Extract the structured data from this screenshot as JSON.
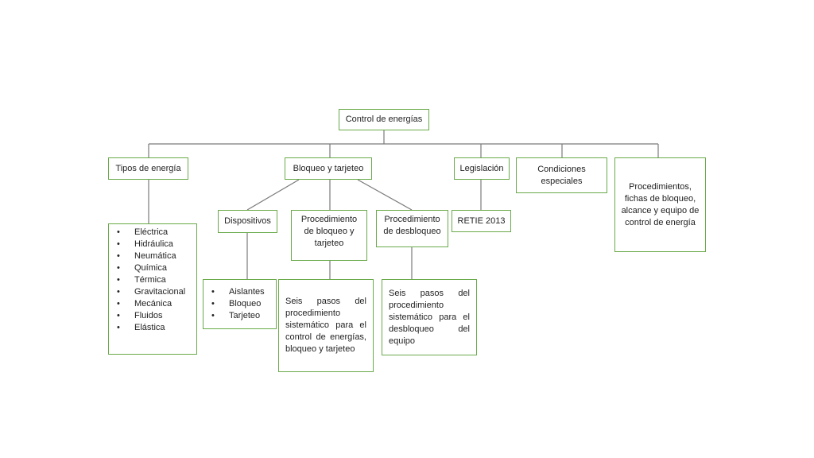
{
  "diagram": {
    "root": "Control de energías",
    "tipos": {
      "title": "Tipos de energía",
      "items": [
        "Eléctrica",
        "Hidráulica",
        "Neumática",
        "Química",
        "Térmica",
        "Gravitacional",
        "Mecánica",
        "Fluidos",
        "Elástica"
      ]
    },
    "bloqueo": {
      "title": "Bloqueo y tarjeteo",
      "dispositivos": {
        "title": "Dispositivos",
        "items": [
          "Aislantes",
          "Bloqueo",
          "Tarjeteo"
        ]
      },
      "proc_bloqueo": {
        "title": "Procedimiento de bloqueo y tarjeteo",
        "detail": "Seis pasos del procedimiento sistemático para el control de energías, bloqueo y tarjeteo"
      },
      "proc_desbloqueo": {
        "title": "Procedimiento de desbloqueo",
        "detail": "Seis pasos del procedimiento sistemático para el desbloqueo del equipo"
      }
    },
    "legislacion": {
      "title": "Legislación",
      "item": "RETIE 2013"
    },
    "condiciones": "Condiciones especiales",
    "procedimientos": "Procedimientos, fichas de bloqueo, alcance y equipo de control de energía"
  },
  "colors": {
    "border": "#6aaa4a",
    "line": "#7a7a7a"
  }
}
